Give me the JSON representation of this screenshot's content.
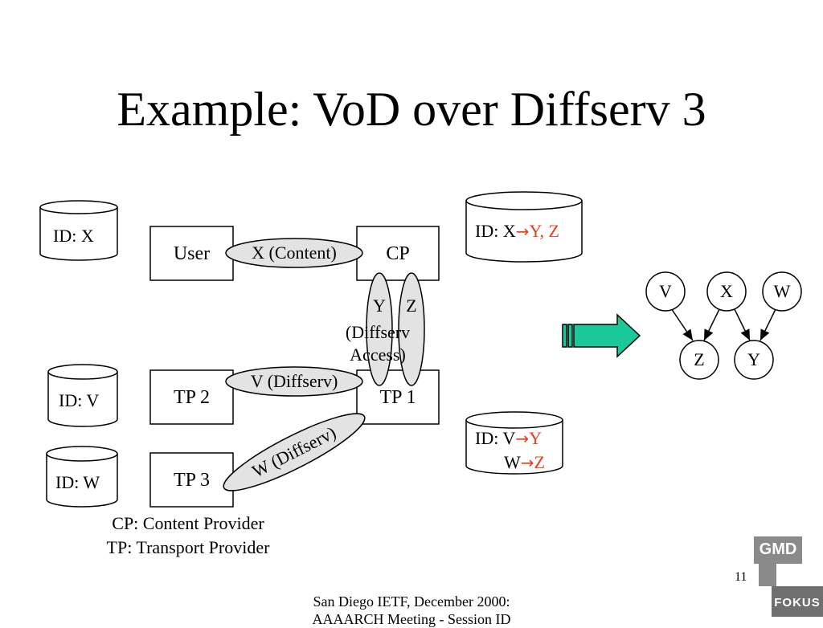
{
  "title": "Example: VoD over Diffserv 3",
  "cylinders": {
    "user_id": "ID: X",
    "tp2_id": "ID: V",
    "tp3_id": "ID: W",
    "cp_id_prefix": "ID: X",
    "cp_id_targets": "Y, Z",
    "tp1_id_line1_prefix": "ID: V",
    "tp1_id_line1_target": "Y",
    "tp1_id_line2_prefix": "W",
    "tp1_id_line2_target": "Z"
  },
  "arrow_glyph": "→",
  "boxes": {
    "user": "User",
    "cp": "CP",
    "tp1": "TP 1",
    "tp2": "TP 2",
    "tp3": "TP 3"
  },
  "ellipses": {
    "content": "X (Content)",
    "diffserv_v": "V (Diffserv)",
    "diffserv_w": "W (Diffserv)",
    "y": "Y",
    "z": "Z",
    "access_line1": "(Diffserv",
    "access_line2": "Access)"
  },
  "graph": {
    "nodes": [
      "V",
      "X",
      "W",
      "Z",
      "Y"
    ]
  },
  "legend": {
    "line1": "CP: Content Provider",
    "line2": "TP: Transport Provider"
  },
  "footer": {
    "line1": "San Diego IETF, December 2000:",
    "line2": "AAAARCH Meeting - Session ID"
  },
  "page_number": "11",
  "logo": {
    "top": "GMD",
    "bottom": "FOKUS"
  },
  "colors": {
    "accent_red": "#e8401c",
    "ellipse_fill": "#e3e3e3",
    "arrow_fill": "#19c99a"
  }
}
